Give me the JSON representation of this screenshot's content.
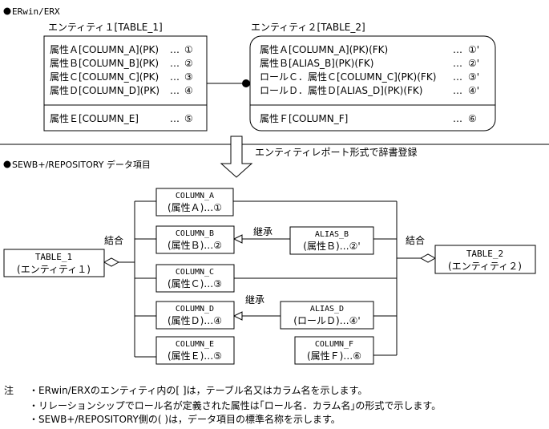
{
  "header_erwin": "ERwin/ERX",
  "entity1": {
    "title": "エンティティ１[TABLE_1]",
    "attrs": [
      {
        "text": "属性Ａ[COLUMN_A](PK)",
        "dots": "…",
        "num": "①"
      },
      {
        "text": "属性Ｂ[COLUMN_B](PK)",
        "dots": "…",
        "num": "②"
      },
      {
        "text": "属性Ｃ[COLUMN_C](PK)",
        "dots": "…",
        "num": "③"
      },
      {
        "text": "属性Ｄ[COLUMN_D](PK)",
        "dots": "…",
        "num": "④"
      }
    ],
    "nonkey": {
      "text": "属性Ｅ[COLUMN_E]",
      "dots": "…",
      "num": "⑤"
    }
  },
  "entity2": {
    "title": "エンティティ２[TABLE_2]",
    "attrs": [
      {
        "text": "属性Ａ[COLUMN_A](PK)(FK)",
        "dots": "…",
        "num": "①'"
      },
      {
        "text": "属性Ｂ[ALIAS_B](PK)(FK)",
        "dots": "…",
        "num": "②'"
      },
      {
        "text": "ロールＣ．属性Ｃ[COLUMN_C](PK)(FK)",
        "dots": "…",
        "num": "③'"
      },
      {
        "text": "ロールＤ．属性Ｄ[ALIAS_D](PK)(FK)",
        "dots": "…",
        "num": "④'"
      }
    ],
    "nonkey": {
      "text": "属性Ｆ[COLUMN_F]",
      "dots": "…",
      "num": "⑥"
    }
  },
  "arrow_caption": "エンティティレポート形式で辞書登録",
  "header_sewb": "SEWB+/REPOSITORY データ項目",
  "items": {
    "table1": {
      "name": "TABLE_1",
      "sub": "(エンティティ１)"
    },
    "table2": {
      "name": "TABLE_2",
      "sub": "(エンティティ２)"
    },
    "col_a": {
      "name": "COLUMN_A",
      "sub": "(属性Ａ)…①"
    },
    "col_b": {
      "name": "COLUMN_B",
      "sub": "(属性Ｂ)…②"
    },
    "col_c": {
      "name": "COLUMN_C",
      "sub": "(属性Ｃ)…③"
    },
    "col_d": {
      "name": "COLUMN_D",
      "sub": "(属性Ｄ)…④"
    },
    "col_e": {
      "name": "COLUMN_E",
      "sub": "(属性Ｅ)…⑤"
    },
    "alias_b": {
      "name": "ALIAS_B",
      "sub": "(属性Ｂ)…②'"
    },
    "alias_d": {
      "name": "ALIAS_D",
      "sub": "(ロールＤ)…④'"
    },
    "col_f": {
      "name": "COLUMN_F",
      "sub": "(属性Ｆ)…⑥"
    }
  },
  "rel_join_left": "結合",
  "rel_join_right": "結合",
  "rel_inherit_b": "継承",
  "rel_inherit_d": "継承",
  "notes": {
    "label": "注",
    "lines": [
      "・ERwin/ERXのエンティティ内の[ ]は，テーブル名又はカラム名を示します。",
      "・リレーションシップでロール名が定義された属性は｢ロール名．カラム名｣の形式で示します。",
      "・SEWB+/REPOSITORY側の( )は，データ項目の標準名称を示します。"
    ]
  }
}
